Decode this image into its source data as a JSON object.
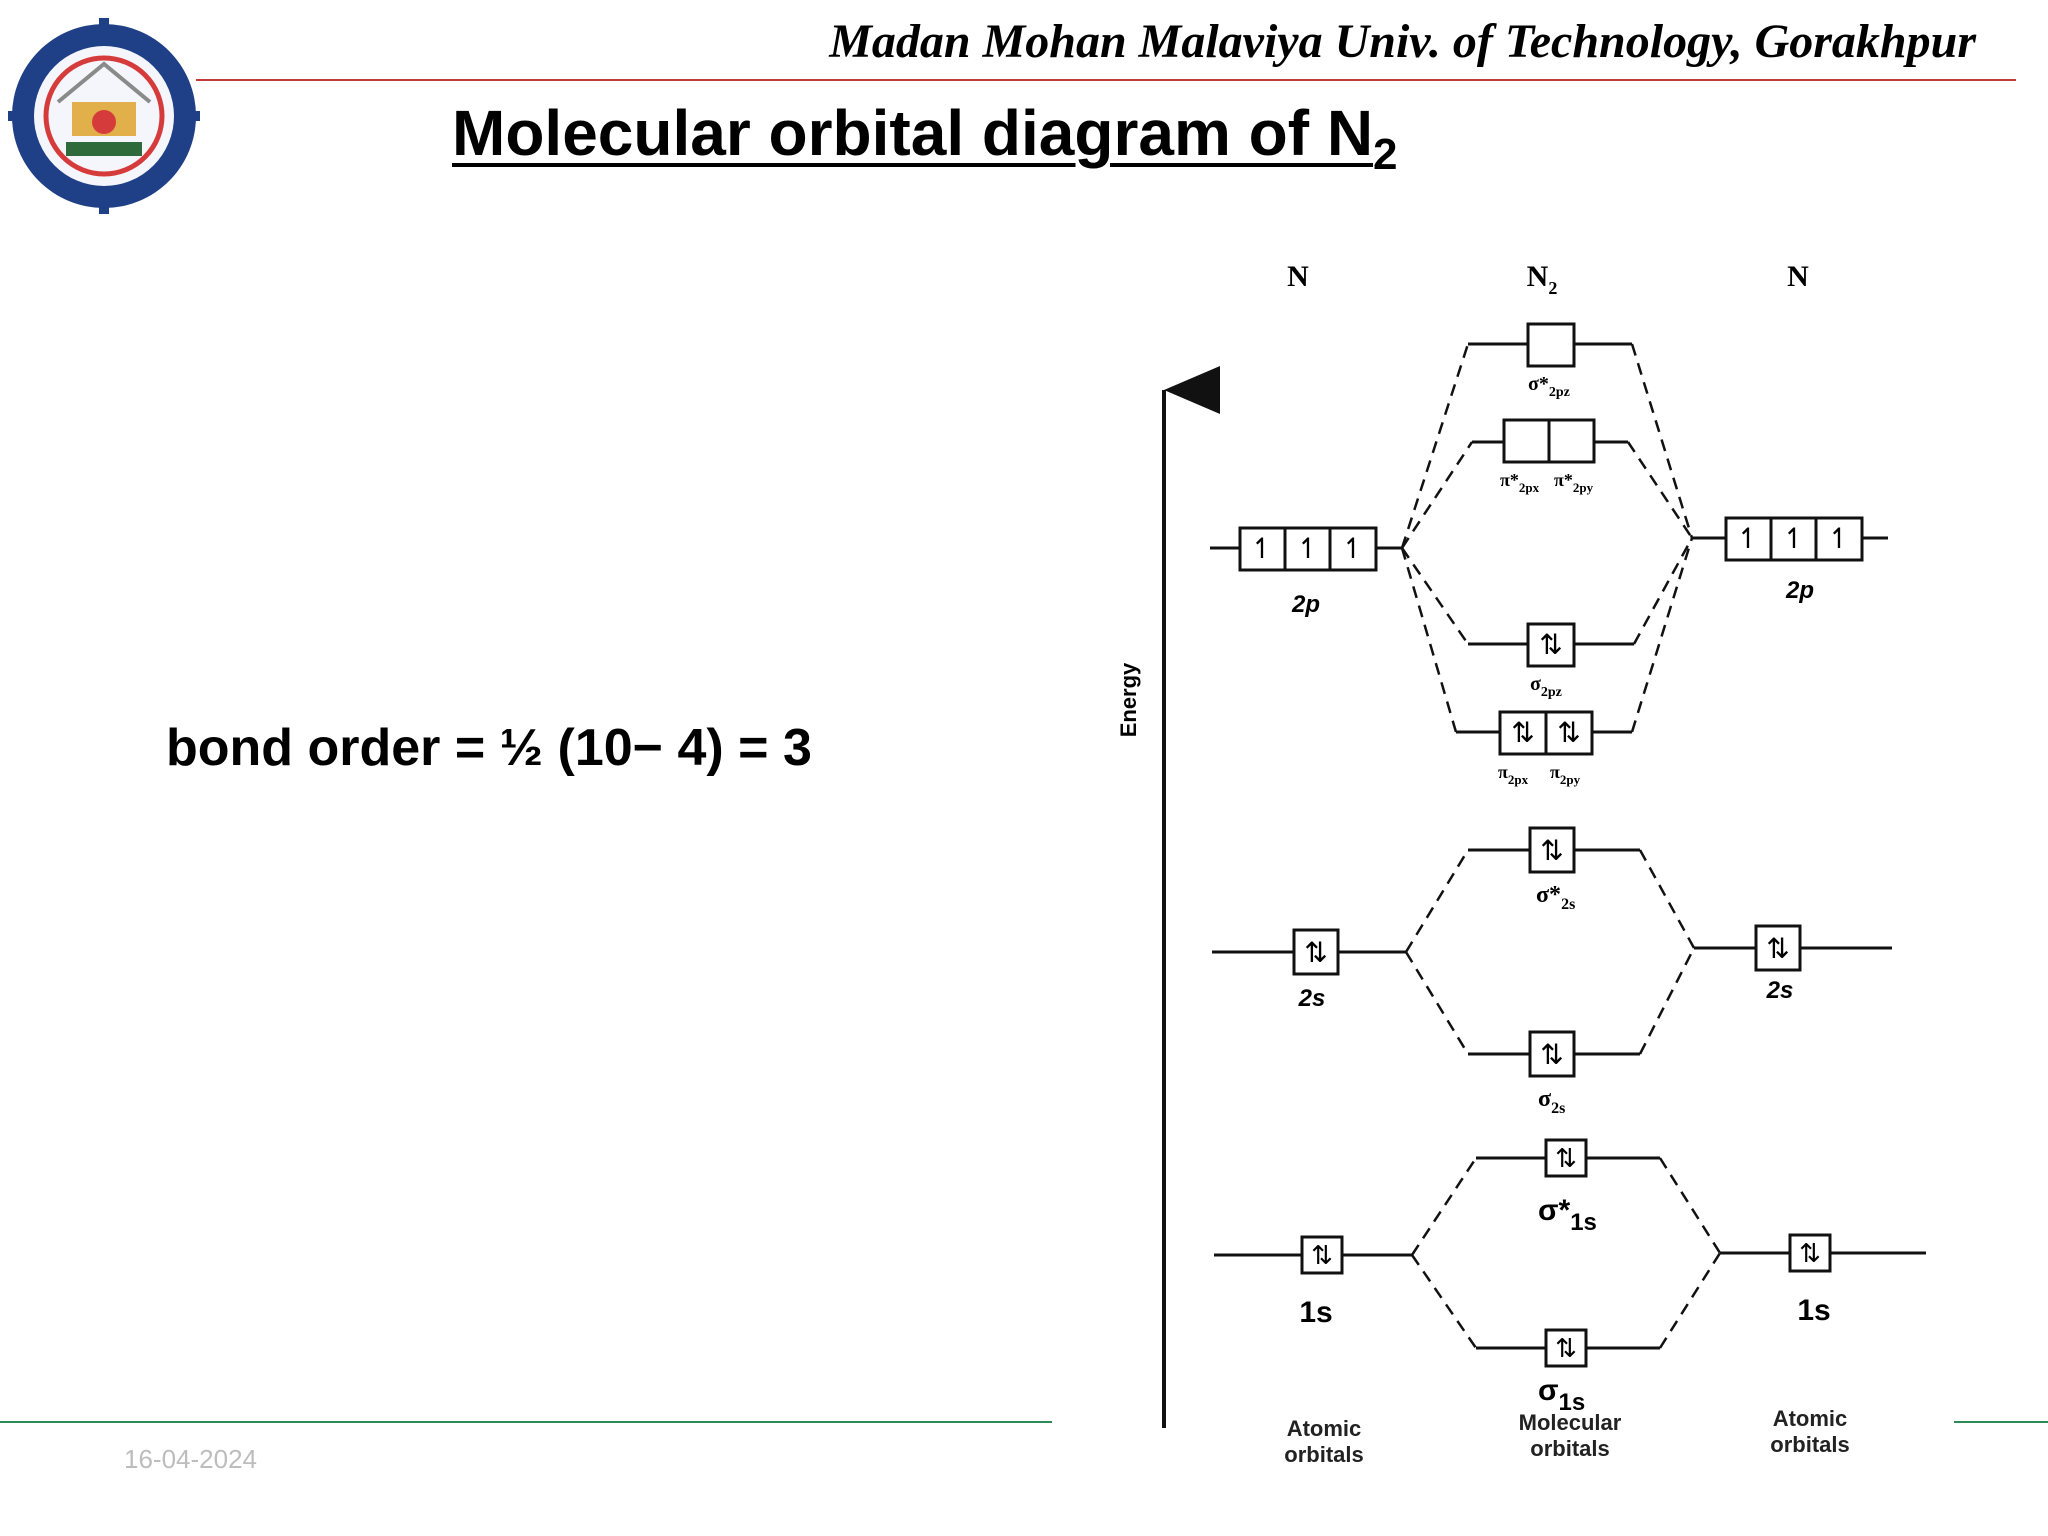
{
  "header": {
    "institution": "Madan Mohan Malaviya Univ. of Technology, Gorakhpur",
    "title_main": "Molecular orbital diagram of N",
    "title_sub": "2"
  },
  "left": {
    "bond_order": "bond order = ½ (10− 4) = 3"
  },
  "footer": {
    "date": "16-04-2024"
  },
  "diagram": {
    "columns": {
      "left": "N",
      "middle": "N",
      "middle_sub": "2",
      "right": "N"
    },
    "axis_label": "Energy",
    "bottom_labels": {
      "left_line1": "Atomic",
      "left_line2": "orbitals",
      "middle_line1": "Molecular",
      "middle_line2": "orbitals",
      "right_line1": "Atomic",
      "right_line2": "orbitals"
    },
    "atomic_orbitals": {
      "left_2p": "2p",
      "right_2p": "2p",
      "left_2s": "2s",
      "right_2s": "2s",
      "left_1s": "1s",
      "right_1s": "1s"
    },
    "molecular_orbitals": {
      "sigma_star_2pz": {
        "symbol": "σ*",
        "sub": "2pz",
        "electrons": 0
      },
      "pi_star_2px": {
        "symbol": "π*",
        "sub": "2px",
        "electrons": 0
      },
      "pi_star_2py": {
        "symbol": "π*",
        "sub": "2py",
        "electrons": 0
      },
      "sigma_2pz": {
        "symbol": "σ",
        "sub": "2pz",
        "electrons": 2
      },
      "pi_2px": {
        "symbol": "π",
        "sub": "2px",
        "electrons": 2
      },
      "pi_2py": {
        "symbol": "π",
        "sub": "2py",
        "electrons": 2
      },
      "sigma_star_2s": {
        "symbol": "σ*",
        "sub": "2s",
        "electrons": 2
      },
      "sigma_2s": {
        "symbol": "σ",
        "sub": "2s",
        "electrons": 2
      },
      "sigma_star_1s": {
        "symbol": "σ*",
        "sub": "1s",
        "electrons": 2
      },
      "sigma_1s": {
        "symbol": "σ",
        "sub": "1s",
        "electrons": 2
      }
    }
  }
}
